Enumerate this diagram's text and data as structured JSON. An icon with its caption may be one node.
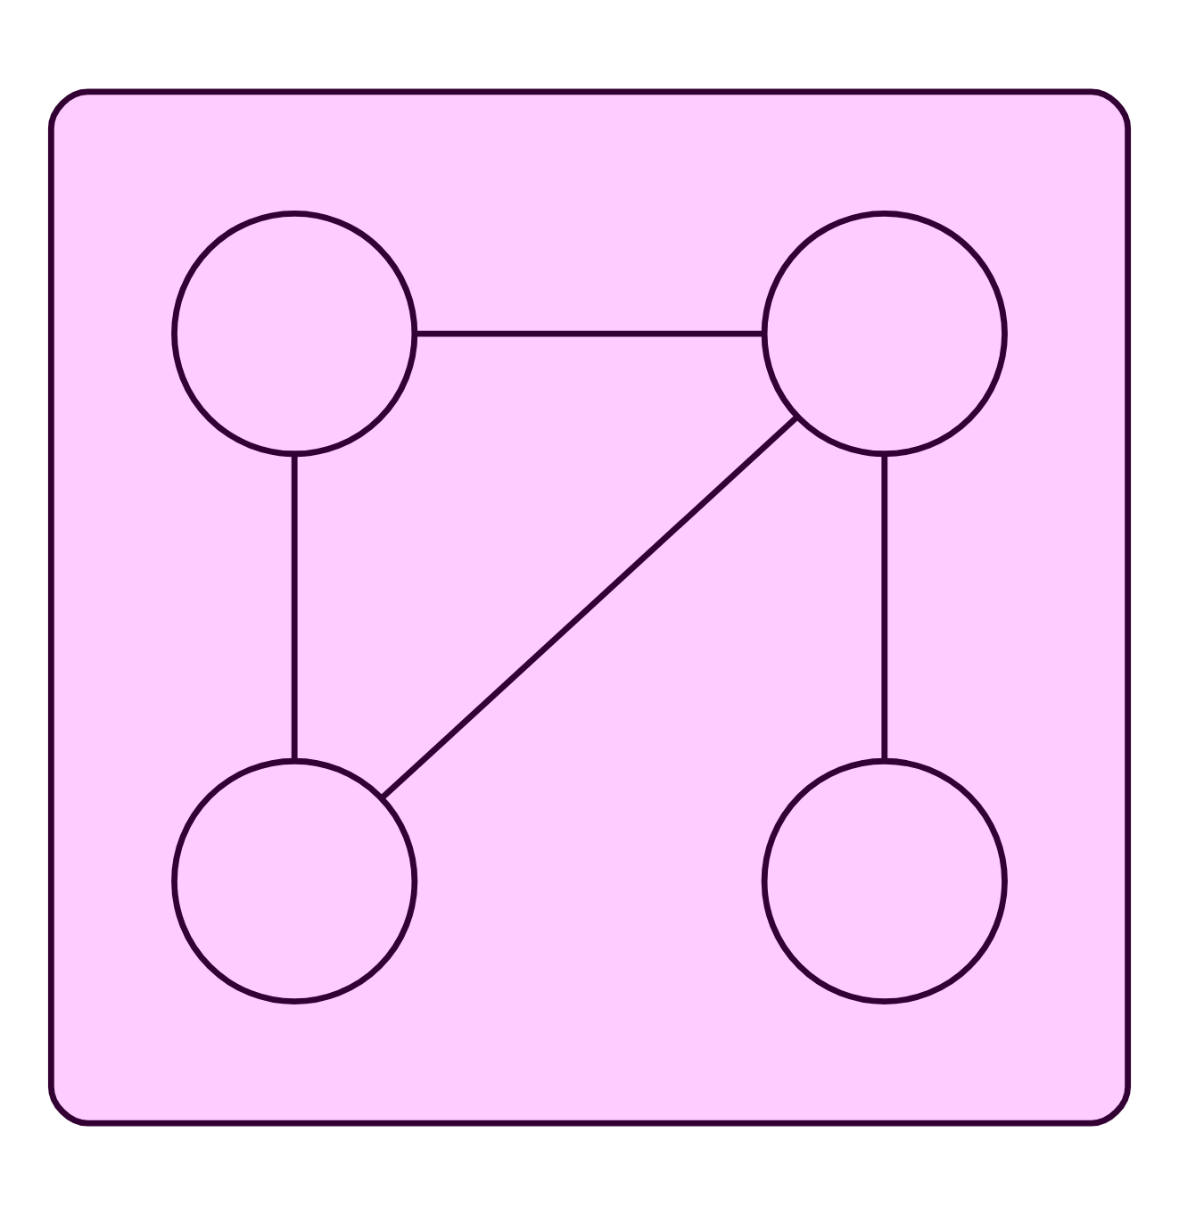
{
  "diagram": {
    "nodes": [
      {
        "text": [],
        "shape": "cloud"
      },
      {
        "text": [],
        "shape": "circle",
        "in": 0
      },
      {
        "text": [],
        "shape": "circle",
        "in": 0
      },
      {
        "text": [],
        "shape": "circle",
        "in": 0
      },
      {
        "text": [],
        "shape": "circle",
        "in": 0
      }
    ],
    "edges": [
      {
        "from": 1,
        "to": 2,
        "arrow": "none"
      },
      {
        "from": 1,
        "to": 3,
        "arrow": "none"
      },
      {
        "from": 2,
        "to": 3,
        "arrow": "none"
      },
      {
        "from": 2,
        "to": 4,
        "arrow": "none"
      }
    ]
  }
}
